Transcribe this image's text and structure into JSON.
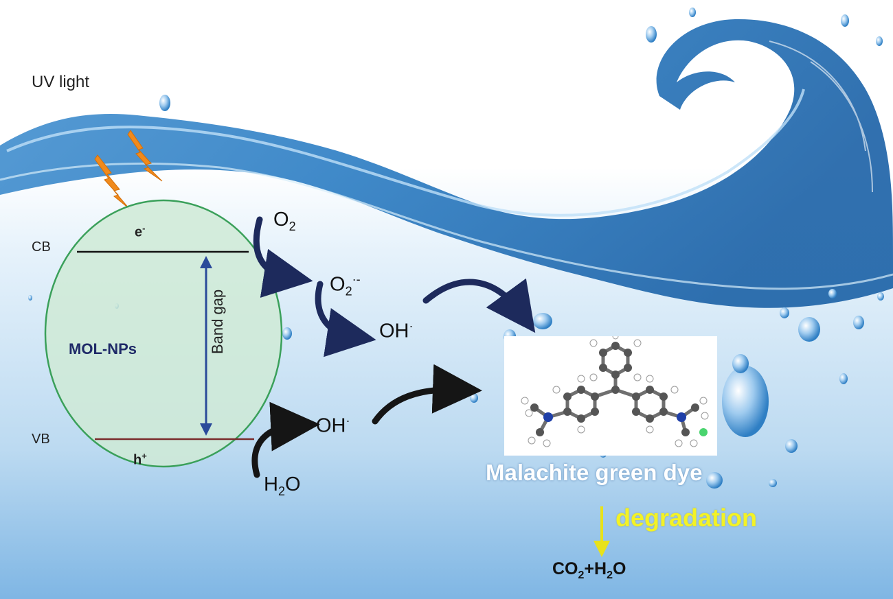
{
  "labels": {
    "uv_light": "UV light",
    "cb": "CB",
    "vb": "VB",
    "electron": "e",
    "electron_sup": "-",
    "hole": "h",
    "hole_sup": "+",
    "particle": "MOL-NPs",
    "band_gap": "Band gap"
  },
  "species": {
    "oxygen": "O",
    "oxygen_sub": "2",
    "superoxide": "O",
    "superoxide_sub": "2",
    "superoxide_sup": "·-",
    "hydroxyl_top": "OH",
    "hydroxyl_top_dot": "·",
    "hydroxyl_bottom": "OH",
    "hydroxyl_bottom_dot": "·",
    "water": "H",
    "water_sub": "2",
    "water_tail": "O"
  },
  "dye": {
    "name": "Malachite green dye",
    "process": "degradation",
    "products_a": "CO",
    "products_a_sub": "2",
    "products_b": "+H",
    "products_b_sub": "2",
    "products_c": "O"
  },
  "icons": {
    "lightning": "lightning-bolt-icon",
    "molecule": "malachite-green-molecule-icon"
  },
  "colors": {
    "water_deep": "#2f7fc4",
    "water_light": "#e3f0fa",
    "particle_fill": "#cfead6",
    "particle_stroke": "#3aa05a",
    "arrow_navy": "#1d2a5c",
    "lightning": "#f08a1c",
    "degradation_text": "#f3f226"
  }
}
